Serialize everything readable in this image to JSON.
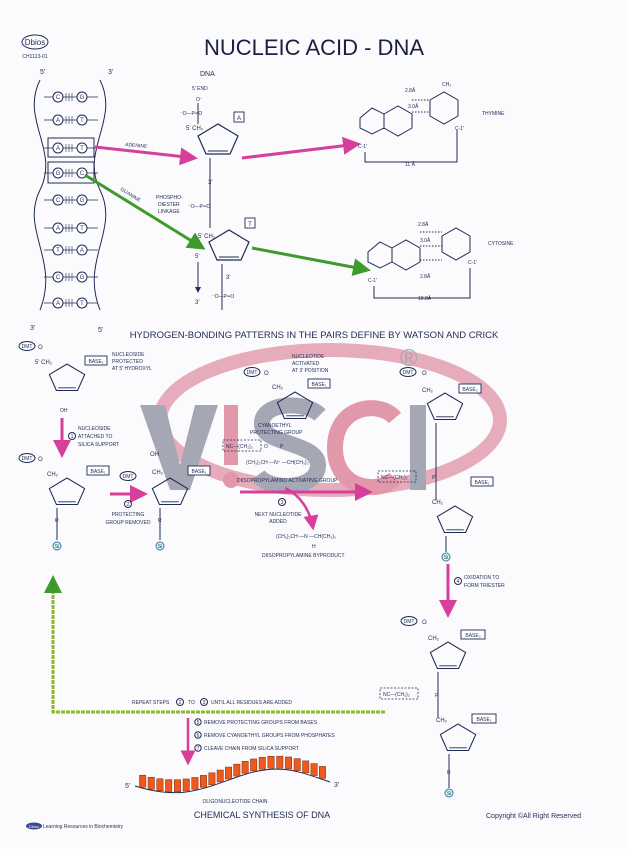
{
  "header": {
    "logo": "Dbios",
    "code": "CH1123-01",
    "title": "NUCLEIC ACID - DNA"
  },
  "helix": {
    "end_top_left": "5'",
    "end_top_right": "3'",
    "end_bottom_left": "3'",
    "end_bottom_right": "5'",
    "pairs": [
      [
        "C",
        "G"
      ],
      [
        "A",
        "T"
      ],
      [
        "A",
        "T"
      ],
      [
        "G",
        "C"
      ],
      [
        "C",
        "G"
      ],
      [
        "A",
        "T"
      ],
      [
        "T",
        "A"
      ],
      [
        "C",
        "G"
      ],
      [
        "A",
        "T"
      ]
    ]
  },
  "dna_strand": {
    "label": "DNA",
    "five_end": "5' END",
    "o_minus": "O⁻",
    "phosphate": "⁻O—P═O",
    "o": "O",
    "ch2": "5' CH₂",
    "h": "H",
    "three": "3'",
    "base_a": "A",
    "base_t": "T",
    "linkage": [
      "PHOSPHO-",
      "DIESTER",
      "LINKAGE"
    ],
    "dir_top": "5'",
    "dir_bottom": "3'"
  },
  "arrows": {
    "adenine": "ADENINE",
    "guanine": "GUANINE",
    "adenine_color": "#d6409a",
    "guanine_color": "#3e9a2a"
  },
  "pairs_detail": {
    "thymine": "THYMINE",
    "cytosine": "CYTOSINE",
    "dist_at": "11 Å",
    "dist_gc": "10.8Å",
    "bond_28": "2.8Å",
    "bond_30": "3.0Å",
    "c1": "C-1'",
    "ch3": "CH₃"
  },
  "subheading": "HYDROGEN-BONDING PATTERNS IN THE PAIRS DEFINE BY WATSON AND CRICK",
  "synthesis": {
    "dmt": "DMT",
    "o": "O",
    "ch2": "CH₂",
    "five_ch2": "5' CH₂",
    "oh": "OH",
    "base1": "BASE₁",
    "base2": "BASE₂",
    "r": "R",
    "si": "Si",
    "h": "H",
    "p": "P",
    "protected": [
      "NUCLEOSIDE",
      "PROTECTED",
      "AT 5' HYDROXYL"
    ],
    "step1": [
      "NUCLEOSIDE",
      "ATTACHED TO",
      "SILICA SUPPORT"
    ],
    "step2": [
      "PROTECTING",
      "GROUP REMOVED"
    ],
    "activated": [
      "NUCLEOTIDE",
      "ACTIVATED",
      "AT 3' POSITION"
    ],
    "cyanoethyl": [
      "CYANOETHYL",
      "PROTECTING GROUP"
    ],
    "nc_group": "NC—(CH₂)₂",
    "amine_plus": "(CH₃)₂CH —N⁺ —CH(CH₃)₂",
    "activating": "DIISOPROPYLAMINO ACTIVATING GROUP",
    "step3": [
      "NEXT NUCLEOTIDE",
      "ADDED"
    ],
    "amine": "(CH₃)₂CH —N —CH(CH₃)₂",
    "byproduct": "DIISOPROPYLAMINE BYPRODUCT",
    "step4": [
      "OXIDATION TO",
      "FORM TRIESTER"
    ],
    "repeat": [
      "REPEAT STEPS",
      "TO",
      "UNTIL ALL RESIDUES ARE ADDED"
    ],
    "step5": "REMOVE PROTECTING GROUPS FROM BASES",
    "step6": "REMOVE CYANOETHYL GROUPS FROM PHOSPHATES",
    "step7": "CLEAVE CHAIN FROM SILICA SUPPORT",
    "step_numbers": [
      "1",
      "2",
      "3",
      "4",
      "5",
      "6",
      "7"
    ],
    "chain_5": "5'",
    "chain_3": "3'",
    "chain_label": "OLIGONUCLEOTIDE CHAIN",
    "chain_color": "#ee5a1e"
  },
  "footer": {
    "title": "CHEMICAL SYNTHESIS OF DNA",
    "copyright": "Copyright ©All Right  Reserved",
    "brand": "Dbios",
    "brand_text": "Learning Resources in Biochemistry"
  },
  "watermark": {
    "text": "VISCI",
    "registered": "®",
    "gray": "#8a8c9c",
    "pink": "#d9788f"
  }
}
